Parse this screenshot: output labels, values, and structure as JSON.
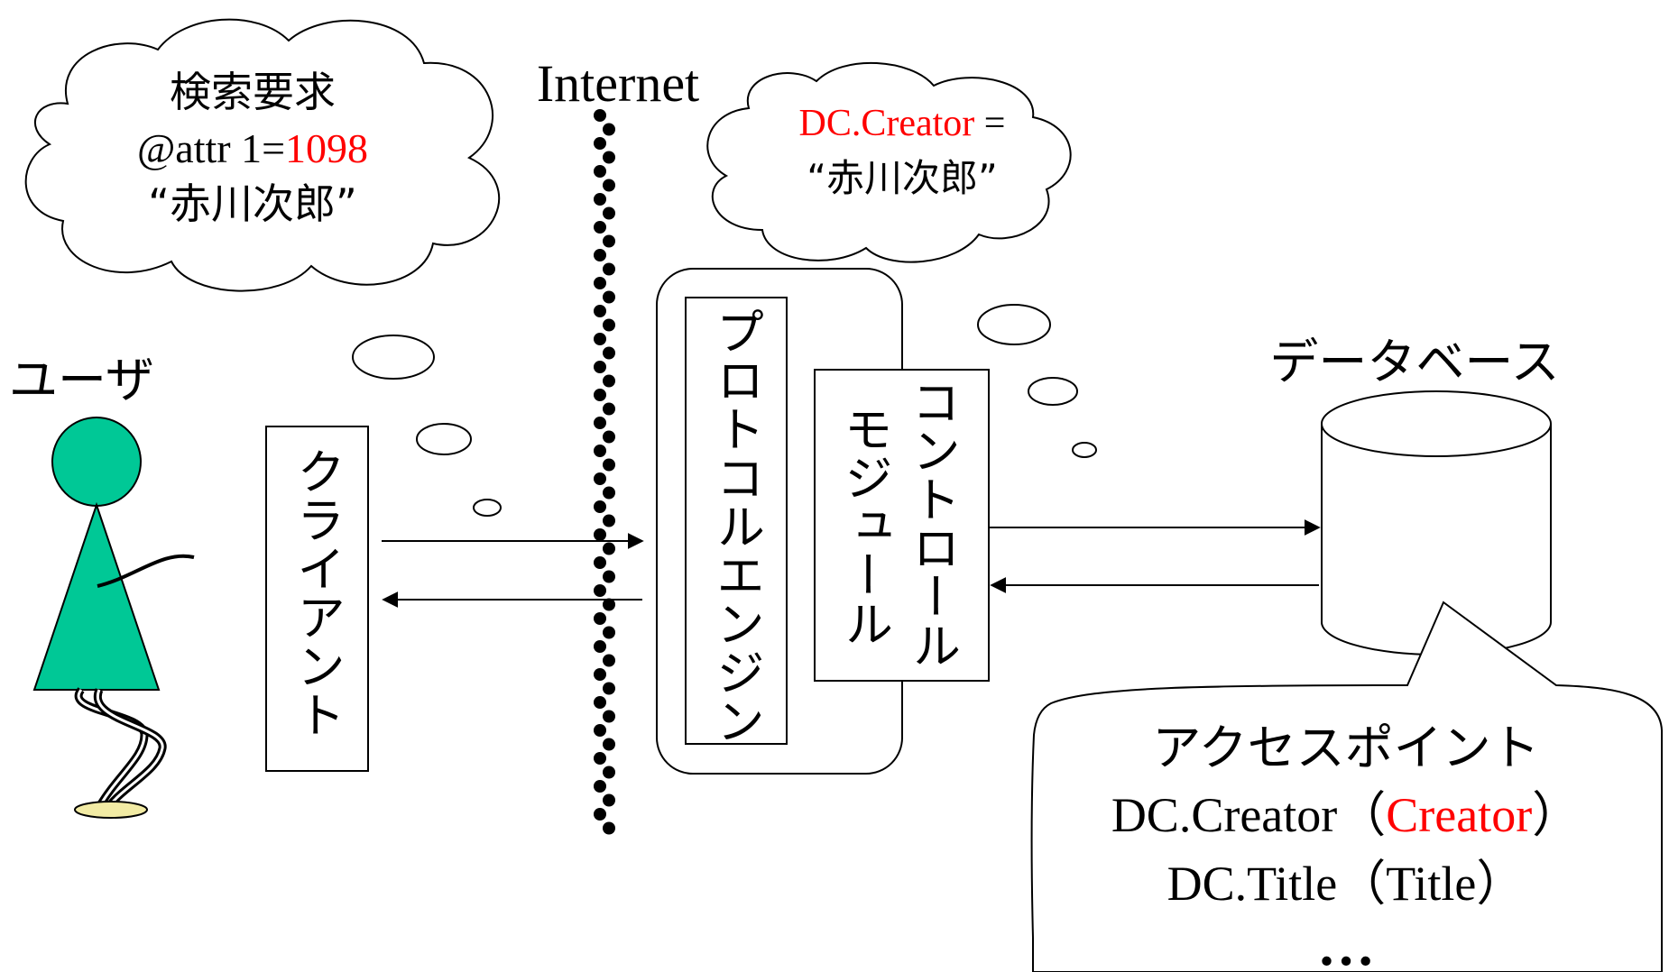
{
  "colors": {
    "accent": "#ff0000",
    "user_fill": "#00c896",
    "foot_fill": "#f2eba4",
    "line": "#000000"
  },
  "internet_label": "Internet",
  "user_label": "ユーザ",
  "client_label": "クライアント",
  "protocol_engine_label": "プロトコルエンジン",
  "control_module": {
    "line1": "コントロール",
    "line2": "モジュール"
  },
  "database_label": "データベース",
  "cloud_left": {
    "line1": "検索要求",
    "line2_prefix": "@attr 1=",
    "line2_value": "1098",
    "line3": "“赤川次郎”"
  },
  "cloud_right": {
    "line1_value": "DC.Creator",
    "line1_suffix": " =",
    "line2": "“赤川次郎”"
  },
  "access_points": {
    "title": "アクセスポイント",
    "row1_name": "DC.Creator",
    "row1_open": "（",
    "row1_value": "Creator",
    "row1_close": "）",
    "row2": "DC.Title（Title）",
    "ellipsis": "…"
  }
}
